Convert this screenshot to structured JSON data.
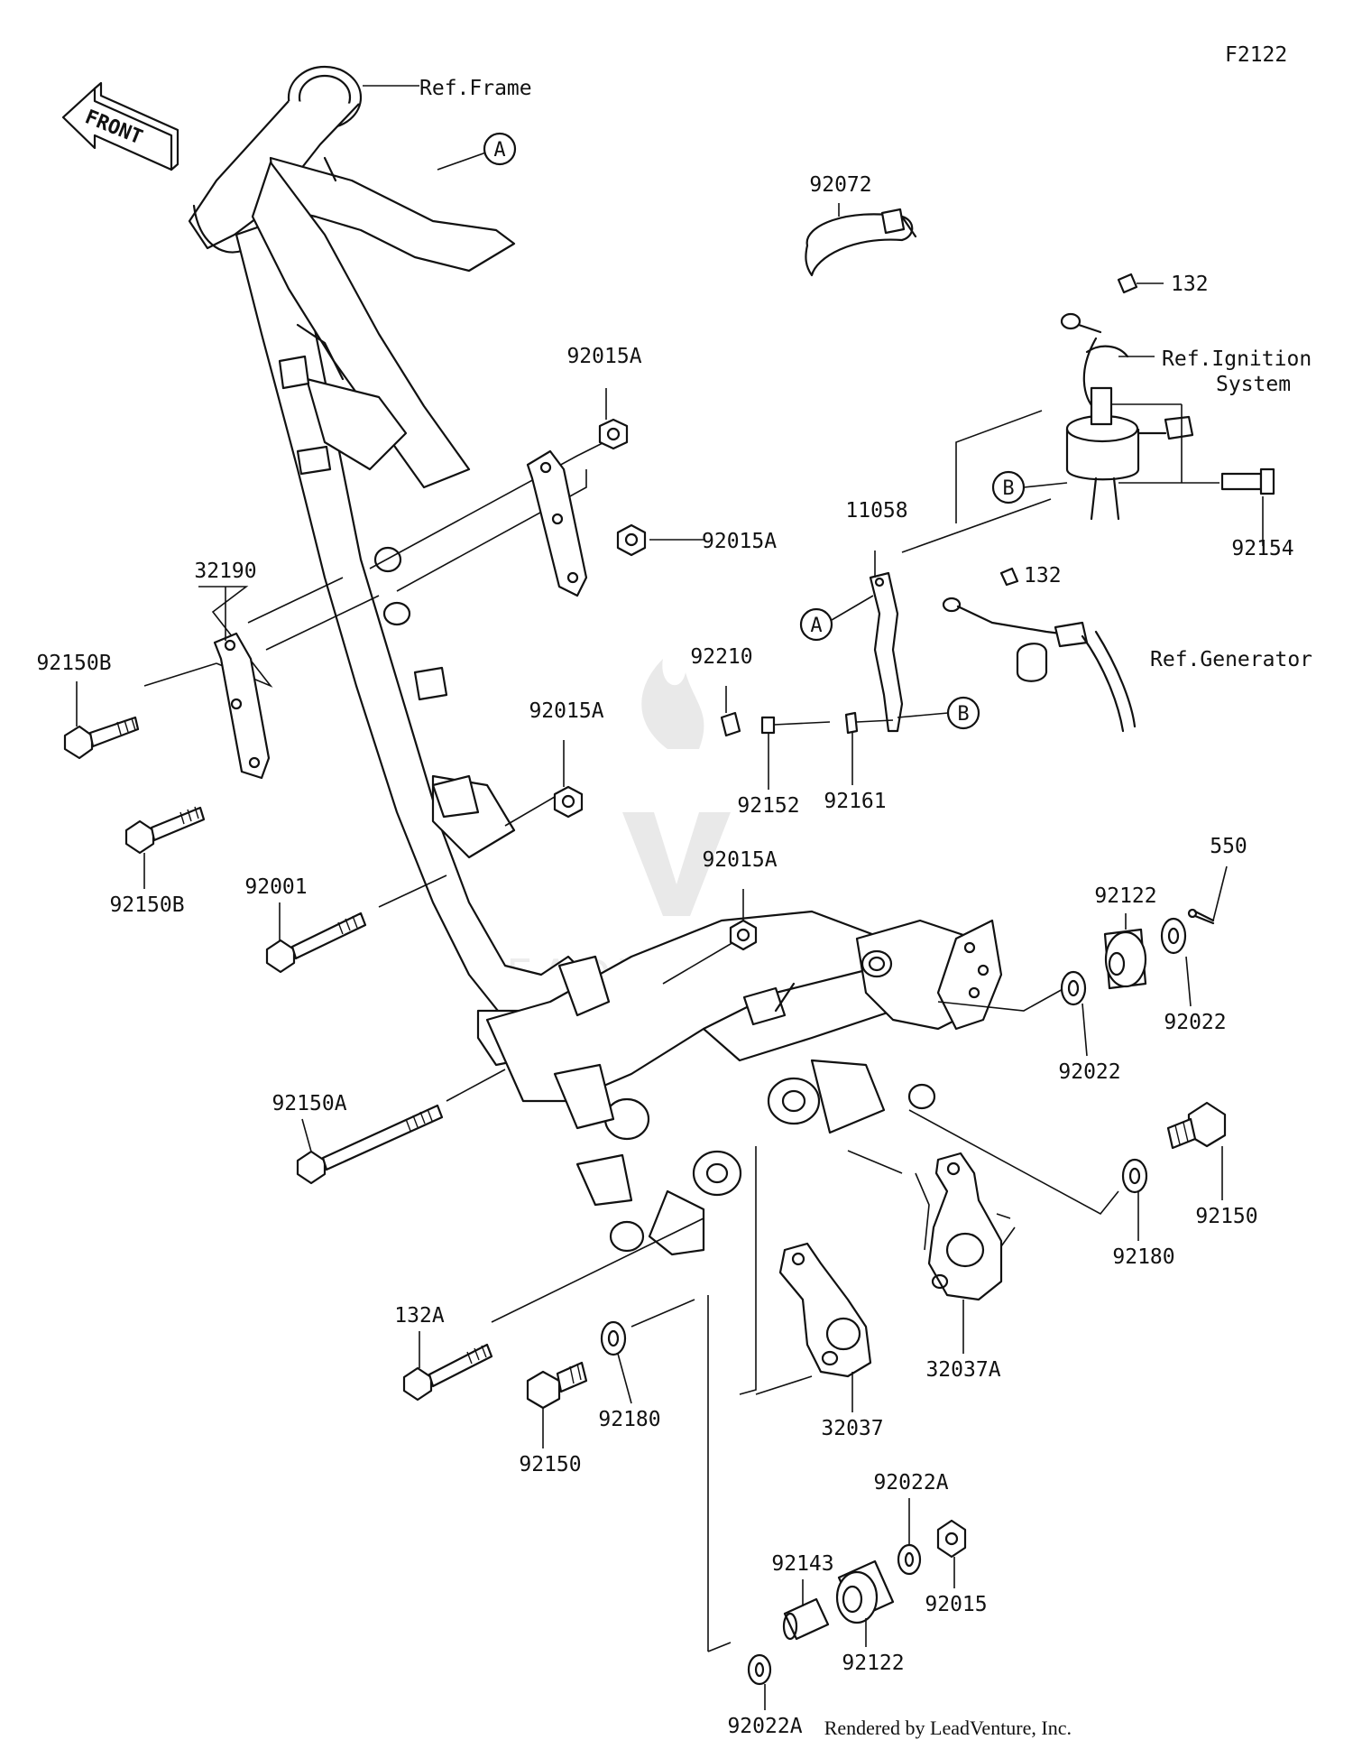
{
  "diagram_code": "F2122",
  "front_label": "FRONT",
  "refs": {
    "frame": "Ref.Frame",
    "ignition_1": "Ref.Ignition",
    "ignition_2": "System",
    "generator": "Ref.Generator"
  },
  "callouts": {
    "a": "A",
    "b": "B"
  },
  "parts": {
    "p92072": "92072",
    "p132_top": "132",
    "p92154": "92154",
    "p132_mid": "132",
    "p11058": "11058",
    "p92015A_1": "92015A",
    "p92015A_2": "92015A",
    "p92015A_3": "92015A",
    "p92015A_4": "92015A",
    "p32190": "32190",
    "p92150B_1": "92150B",
    "p92150B_2": "92150B",
    "p92001": "92001",
    "p92210": "92210",
    "p92152": "92152",
    "p92161": "92161",
    "p550": "550",
    "p92122_1": "92122",
    "p92022_1": "92022",
    "p92022_2": "92022",
    "p92150A": "92150A",
    "p92150_1": "92150",
    "p92180_1": "92180",
    "p132A": "132A",
    "p92150_2": "92150",
    "p92180_2": "92180",
    "p32037": "32037",
    "p32037A": "32037A",
    "p92022A_1": "92022A",
    "p92143": "92143",
    "p92015": "92015",
    "p92122_2": "92122",
    "p92022A_2": "92022A"
  },
  "credit": "Rendered by LeadVenture, Inc.",
  "watermark": "LEADVENTURE"
}
